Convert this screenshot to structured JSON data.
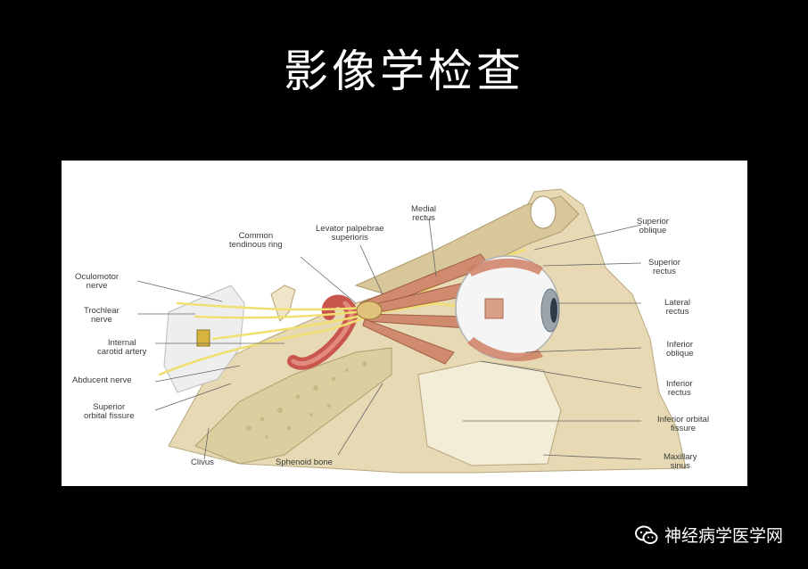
{
  "slide": {
    "title": "影像学检查"
  },
  "figure": {
    "labels": {
      "oculomotor_nerve": "Oculomotor\nnerve",
      "trochlear_nerve": "Trochlear\nnerve",
      "internal_carotid_artery": "Internal\ncarotid artery",
      "abducent_nerve": "Abducent nerve",
      "superior_orbital_fissure": "Superior\norbital fissure",
      "clivus": "Clivus",
      "sphenoid_bone": "Sphenoid bone",
      "common_tendinous_ring": "Common\ntendinous ring",
      "levator_palpebrae_superioris": "Levator palpebrae\nsuperioris",
      "medial_rectus": "Medial\nrectus",
      "superior_oblique": "Superior\noblique",
      "superior_rectus": "Superior\nrectus",
      "lateral_rectus": "Lateral\nrectus",
      "inferior_oblique": "Inferior\noblique",
      "inferior_rectus": "Inferior\nrectus",
      "inferior_orbital_fissure": "Inferior orbital\nfissure",
      "maxillary_sinus": "Maxillary\nsinus"
    }
  },
  "watermark": {
    "text": "神经病学医学网",
    "icon": "wechat-icon"
  }
}
